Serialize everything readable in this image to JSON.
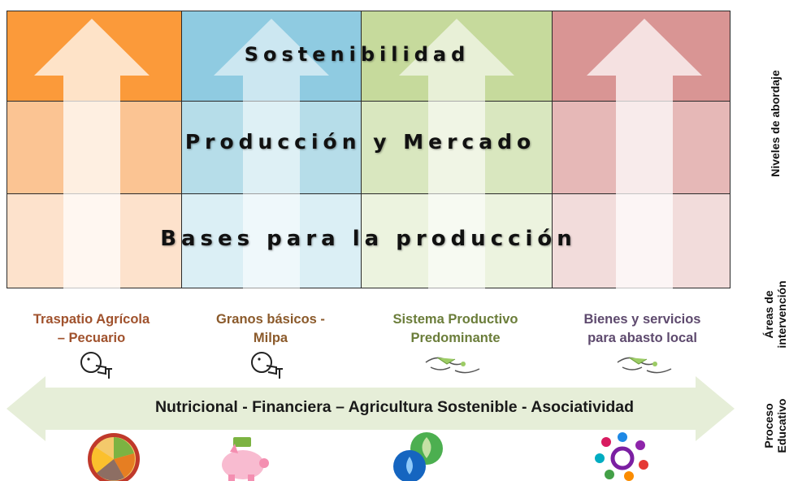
{
  "levels": {
    "top": "Sostenibilidad",
    "middle": "Producción y Mercado",
    "bottom": "Bases para la producción"
  },
  "side_labels": {
    "levels": "Niveles de abordaje",
    "areas_line1": "Áreas de",
    "areas_line2": "intervención",
    "process_line1": "Proceso",
    "process_line2": "Educativo"
  },
  "areas": [
    {
      "line1": "Traspatio Agrícola",
      "line2": "– Pecuario",
      "color": "#a0522d",
      "icon": "person-drinking-icon"
    },
    {
      "line1": "Granos básicos -",
      "line2": "Milpa",
      "color": "#8b5a2b",
      "icon": "person-drinking-icon"
    },
    {
      "line1": "Sistema Productivo",
      "line2": "Predominante",
      "color": "#6b7d3a",
      "icon": "handshake-icon"
    },
    {
      "line1": "Bienes y servicios",
      "line2": "para abasto local",
      "color": "#5e4a6e",
      "icon": "handshake-icon"
    }
  ],
  "education": {
    "text": "Nutricional - Financiera – Agricultura Sostenible - Asociatividad",
    "icons": [
      "food-plate-icon",
      "piggy-bank-icon",
      "leaf-water-icon",
      "community-circle-icon"
    ]
  },
  "colors": {
    "col1": [
      "#fb9a3a",
      "#fbc493",
      "#fde2cc"
    ],
    "col2": [
      "#8fcbe1",
      "#b6dde9",
      "#dbeff5"
    ],
    "col3": [
      "#c6da9c",
      "#d9e7bf",
      "#ecf3df"
    ],
    "col4": [
      "#d99594",
      "#e6b8b7",
      "#f2dcdb"
    ],
    "big_arrow": "#e6eed8"
  }
}
